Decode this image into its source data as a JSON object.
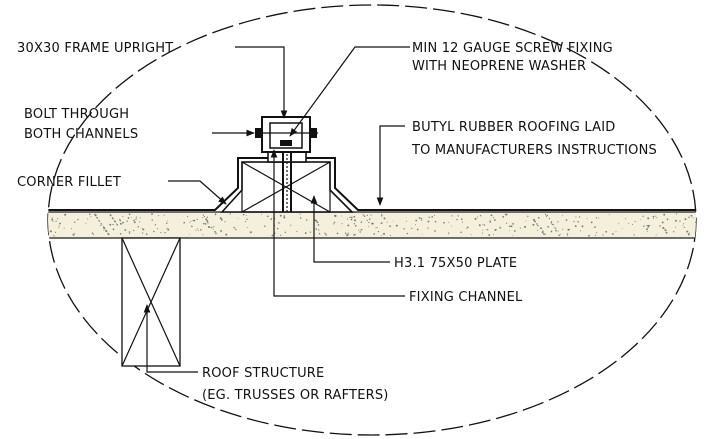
{
  "labels": {
    "frame_upright": "30X30 FRAME UPRIGHT",
    "screw_line1": "MIN 12 GAUGE SCREW FIXING",
    "screw_line2": "WITH NEOPRENE WASHER",
    "bolt_line1": "BOLT THROUGH",
    "bolt_line2": "BOTH CHANNELS",
    "butyl_line1": "BUTYL RUBBER ROOFING LAID",
    "butyl_line2": "TO MANUFACTURERS  INSTRUCTIONS",
    "corner_fillet": "CORNER FILLET",
    "plate": "H3.1 75X50 PLATE",
    "fixing_channel": "FIXING CHANNEL",
    "roof_line1": "ROOF STRUCTURE",
    "roof_line2": "(EG. TRUSSES OR RAFTERS)"
  },
  "colors": {
    "ink": "#111111",
    "deck_fill": "#f4f0dc",
    "speckle": "#777777"
  }
}
